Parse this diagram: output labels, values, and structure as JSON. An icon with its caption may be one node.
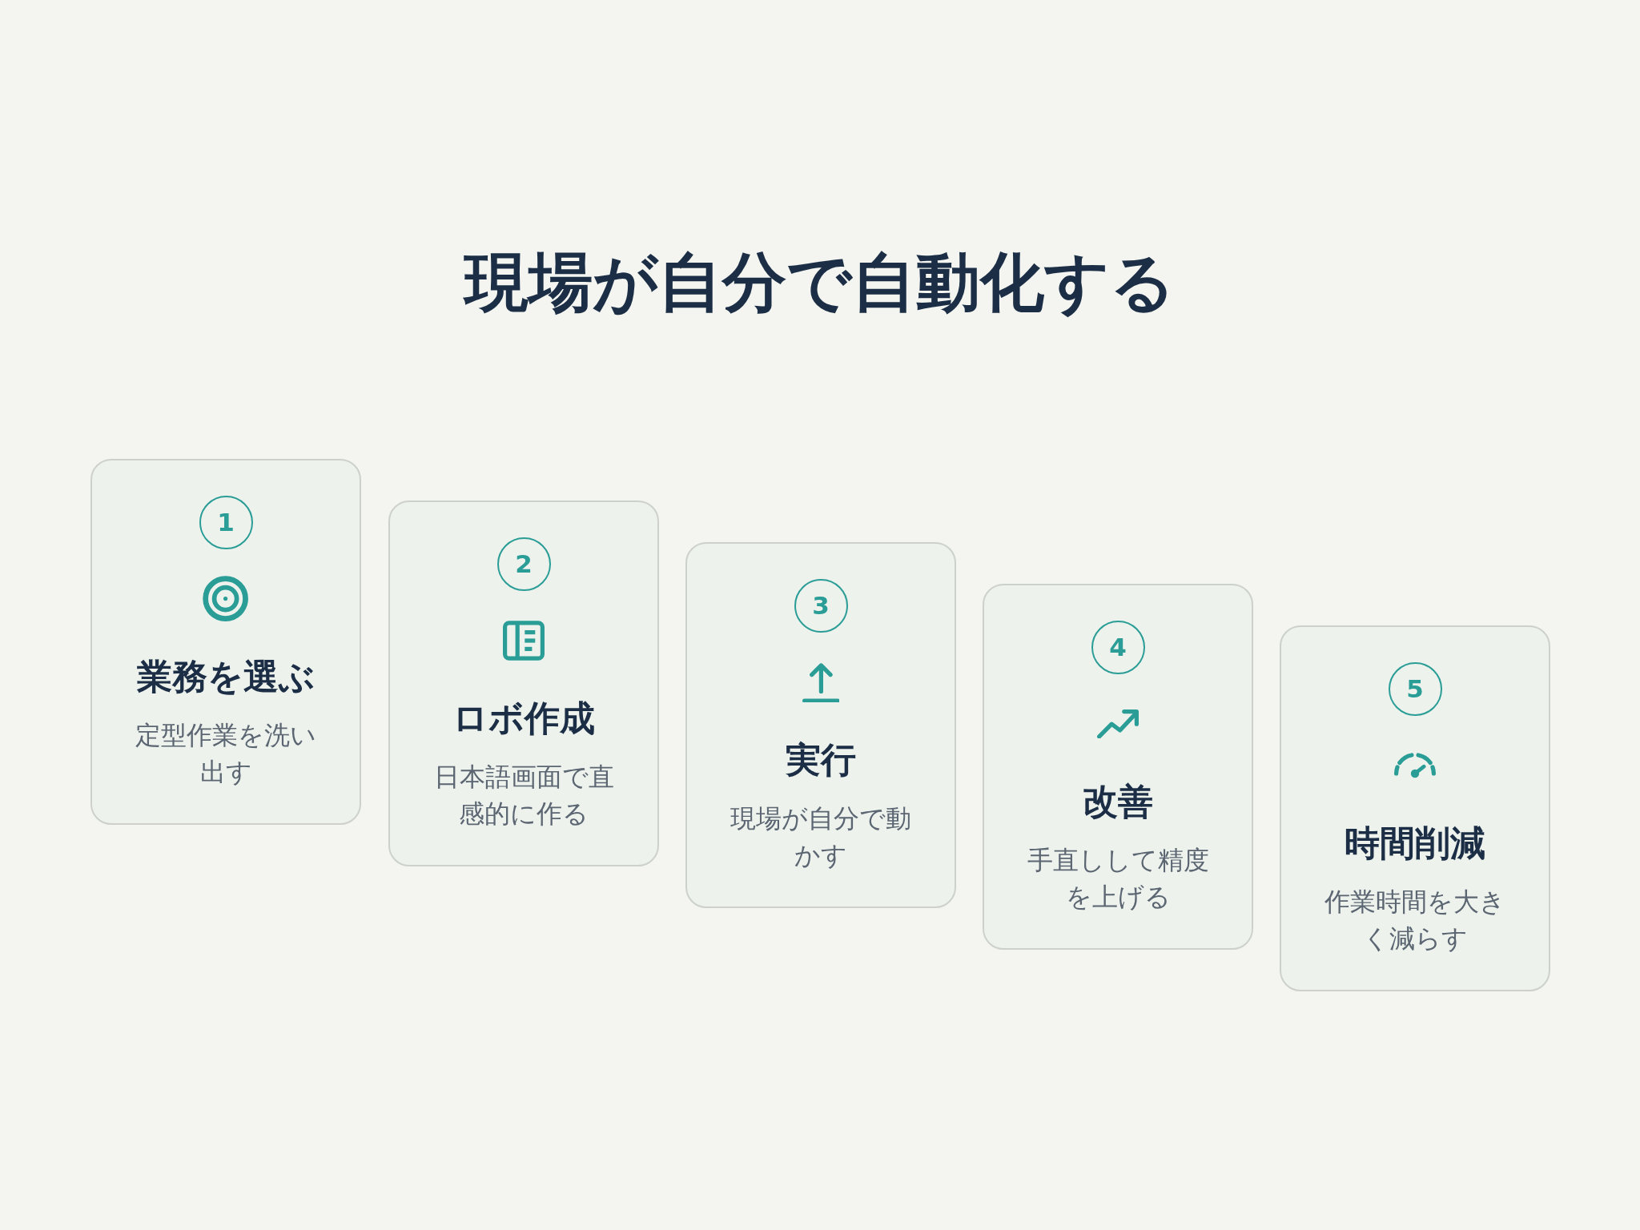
{
  "diagram": {
    "title": "現場が自分で自動化する",
    "nodes": [
      {
        "text": [
          "業務を選ぶ",
          "定型作業を洗い出す"
        ]
      },
      {
        "text": [
          "1"
        ],
        "in": 0
      },
      {
        "text": [
          "ロボ作成",
          "日本語画面で直感的に作る"
        ]
      },
      {
        "text": [
          "2"
        ],
        "in": 2
      },
      {
        "text": [
          "実行",
          "現場が自分で動かす"
        ]
      },
      {
        "text": [
          "3"
        ],
        "in": 4
      },
      {
        "text": [
          "改善",
          "手直しして精度を上げる"
        ]
      },
      {
        "text": [
          "4"
        ],
        "in": 6
      },
      {
        "text": [
          "時間削減",
          "作業時間を大きく減らす"
        ]
      },
      {
        "text": [
          "5"
        ],
        "in": 8
      }
    ]
  }
}
